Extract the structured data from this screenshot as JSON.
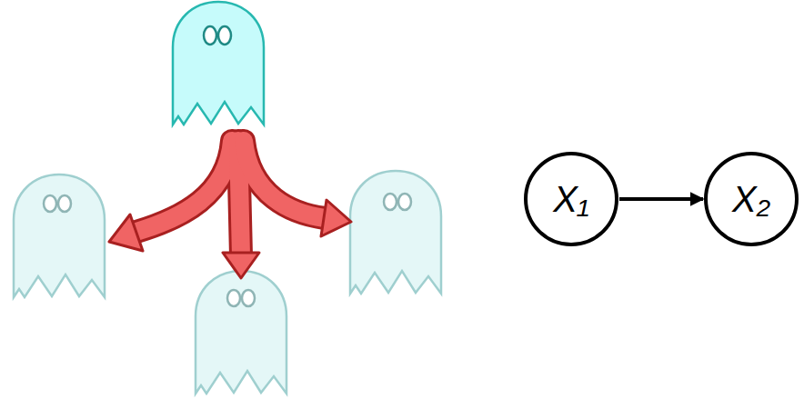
{
  "diagram": {
    "nodes": [
      {
        "text": [
          "X₁"
        ]
      },
      {
        "text": [
          "X₂"
        ]
      }
    ],
    "edges": [
      {
        "from": 0,
        "to": 1,
        "arrow": "to"
      }
    ]
  }
}
